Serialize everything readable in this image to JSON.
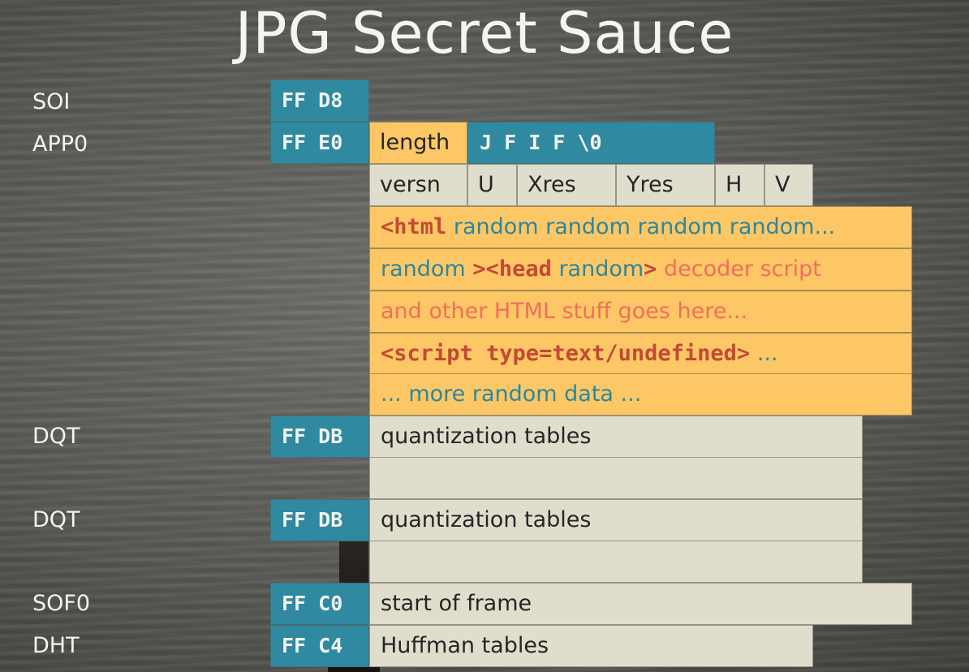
{
  "title": "JPG Secret Sauce",
  "labels": {
    "soi": "SOI",
    "app0": "APP0",
    "dqt1": "DQT",
    "dqt2": "DQT",
    "sof0": "SOF0",
    "dht": "DHT"
  },
  "markers": {
    "soi": "FF D8",
    "app0": "FF E0",
    "dqt1": "FF DB",
    "dqt2": "FF DB",
    "sof0": "FF C0",
    "dht": "FF C4"
  },
  "app0": {
    "length": "length",
    "jfif": "J F I F \\0",
    "versn": "versn",
    "u": "U",
    "xres": "Xres",
    "yres": "Yres",
    "h": "H",
    "v": "V"
  },
  "payload": {
    "row1_tag": "<html",
    "row1_text": " random random random random...",
    "row2_a": "random ",
    "row2_b": "><head",
    "row2_c": "  random",
    "row2_d": ">",
    "row2_e": " decoder script",
    "row3": "and other HTML stuff goes here...",
    "row4_tag": "<script type=text/undefined>",
    "row4_text": " ...",
    "row5": "... more random data ..."
  },
  "segments": {
    "dqt1": "quantization tables",
    "dqt2": "quantization tables",
    "sof0": "start of frame",
    "dht": "Huffman tables"
  },
  "colors": {
    "teal": "#2f89a1",
    "beige": "#e0ddcd",
    "yellow": "#fdc765",
    "salmon": "#ef6f5c",
    "red": "#c24a36"
  }
}
